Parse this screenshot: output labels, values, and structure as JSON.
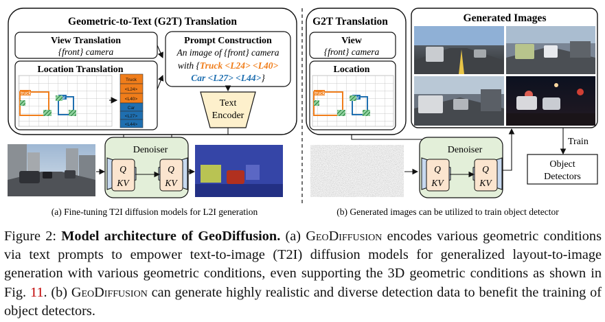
{
  "left_panel": {
    "title": "Geometric-to-Text (G2T) Translation",
    "view_title": "View Translation",
    "view_text": "{front} camera",
    "location_title": "Location Translation",
    "box_labels": [
      "truck",
      "car"
    ],
    "token_stack": [
      "Truck",
      "<L24>",
      "<L40>",
      "Car",
      "<L27>",
      "<L44>"
    ],
    "prompt_title": "Prompt Construction",
    "prompt_line1": "An image of {front} camera",
    "prompt_line2_prefix": "with {",
    "prompt_truck": "Truck <L24> <L40>",
    "prompt_car": "Car <L27> <L44>",
    "prompt_close": "}",
    "encoder_line1": "Text",
    "encoder_line2": "Encoder",
    "denoiser": "Denoiser",
    "block_q": "Q",
    "block_kv": "KV",
    "subcaption": "(a) Fine-tuning T2I diffusion models for L2I generation"
  },
  "right_panel": {
    "title": "G2T Translation",
    "view_title": "View",
    "view_text": "{front} camera",
    "location_title": "Location",
    "box_labels": [
      "truck",
      "car"
    ],
    "generated_title": "Generated Images",
    "denoiser": "Denoiser",
    "block_q": "Q",
    "block_kv": "KV",
    "train_label": "Train",
    "detector_line1": "Object",
    "detector_line2": "Detectors",
    "subcaption": "(b) Generated images can be utilized to train object detector"
  },
  "caption": {
    "label": "Figure 2:",
    "title": "Model architecture of GeoDiffusion.",
    "part_a": "(a)",
    "name": "GeoDiffusion",
    "text_a1": "encodes various geometric conditions via text prompts to empower text-to-image (T2I) diffusion models for generalized layout-to-image generation with various geometric conditions, even supporting the 3D geometric conditions as shown in Fig.",
    "fig_ref": "11",
    "text_a2": ".",
    "part_b": "(b)",
    "text_b": "can generate highly realistic and diverse detection data to benefit the training of object detectors."
  },
  "colors": {
    "truck": "#f07d1a",
    "car": "#1f6fb0",
    "denoiser_bg": "#e3efd9",
    "qkv_block": "#fbe5cf",
    "unet_side": "#c7d9ef",
    "encoder": "#fdf0cc",
    "green_hatch": "#2f9e4a"
  }
}
